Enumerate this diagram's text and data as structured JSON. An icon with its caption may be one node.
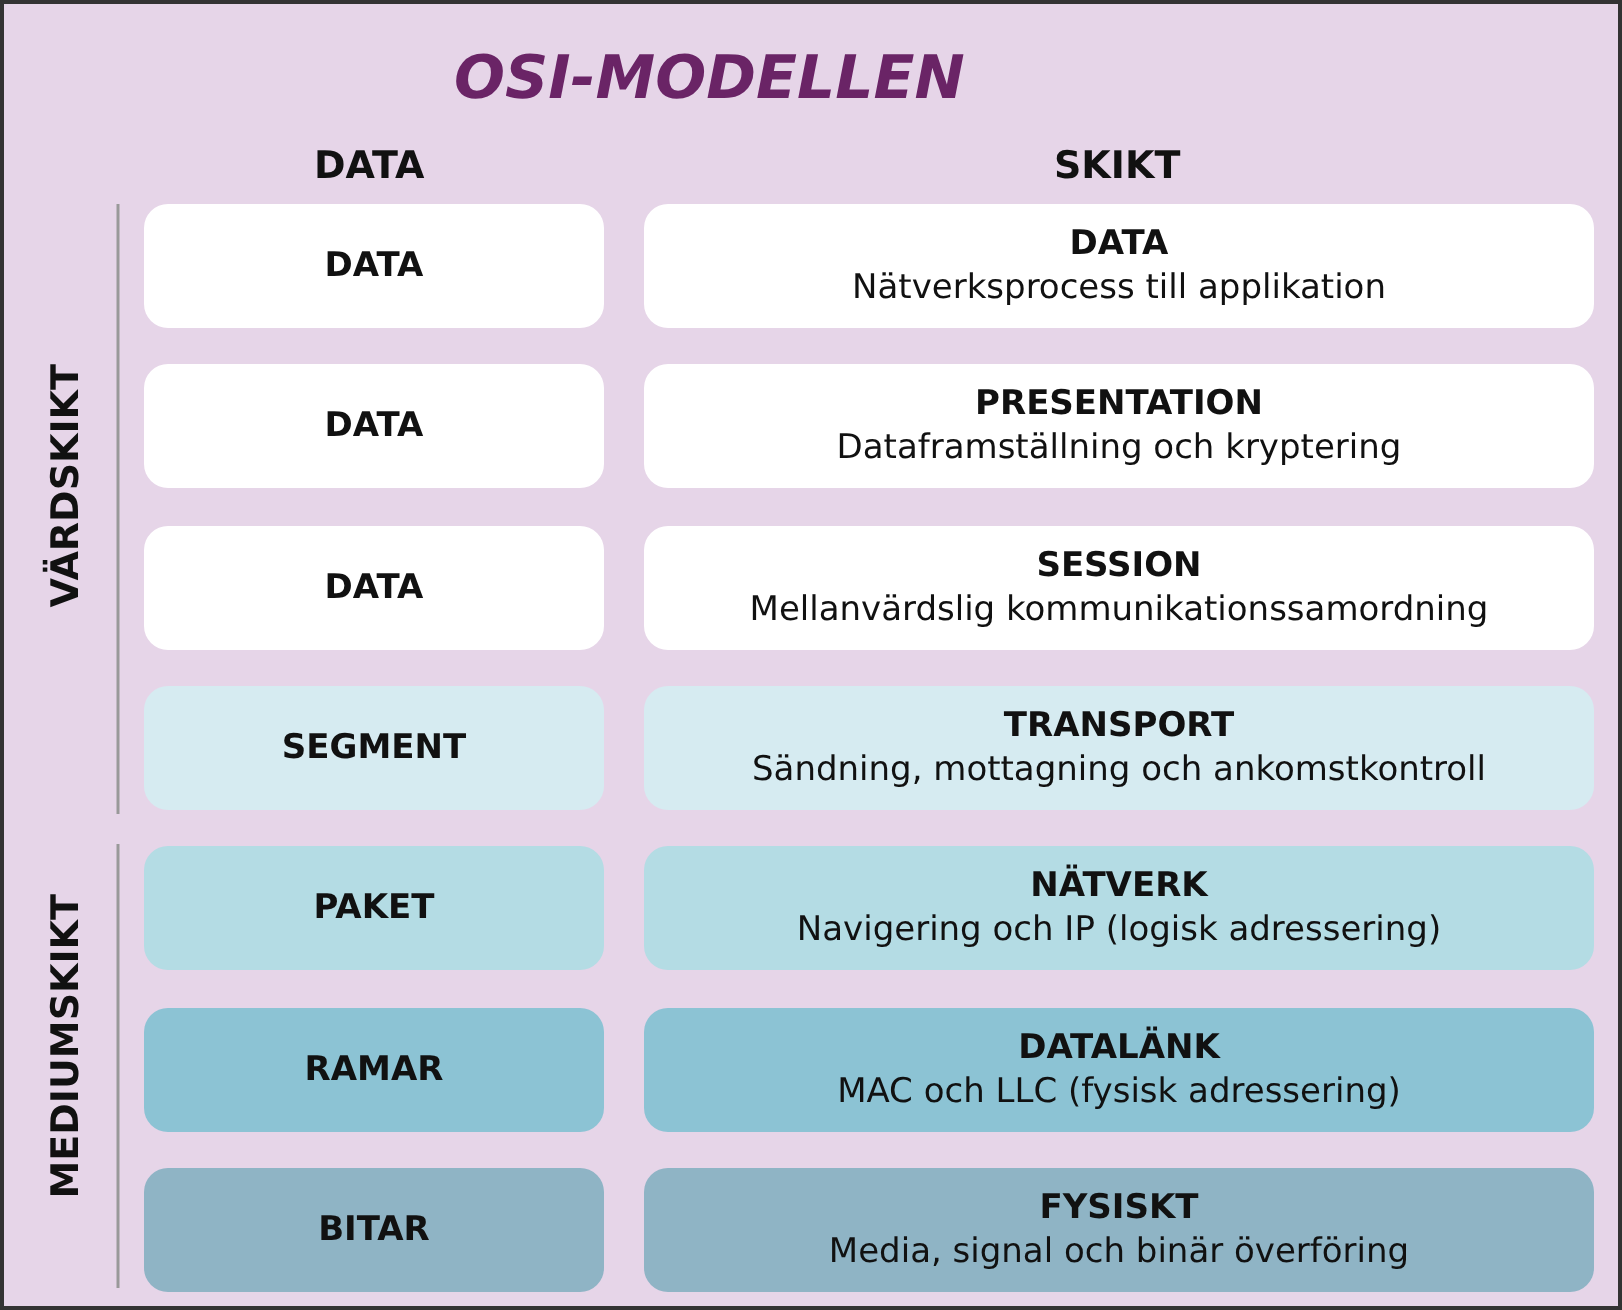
{
  "diagram": {
    "title": "OSI-MODELLEN",
    "nodes": [
      {
        "text": [
          "DATA"
        ]
      },
      {
        "text": [
          "DATA",
          "Nätverksprocess till applikation"
        ]
      },
      {
        "text": [
          "DATA"
        ]
      },
      {
        "text": [
          "PRESENTATION",
          "Dataframställning och kryptering"
        ]
      },
      {
        "text": [
          "DATA"
        ]
      },
      {
        "text": [
          "SESSION",
          "Mellanvärdslig kommunikationssamordning"
        ]
      },
      {
        "text": [
          "SEGMENT"
        ]
      },
      {
        "text": [
          "TRANSPORT",
          "Sändning, mottagning och ankomstkontroll"
        ]
      },
      {
        "text": [
          "PAKET"
        ]
      },
      {
        "text": [
          "NÄTVERK",
          "Navigering och IP (logisk adressering)"
        ]
      },
      {
        "text": [
          "RAMAR"
        ]
      },
      {
        "text": [
          "DATALÄNK",
          "MAC och LLC (fysisk adressering)"
        ]
      },
      {
        "text": [
          "BITAR"
        ]
      },
      {
        "text": [
          "FYSISKT",
          "Media, signal och binär överföring"
        ]
      }
    ],
    "labels": [
      "DATA",
      "SKIKT",
      "VÄRDSKIKT",
      "MEDIUMSKIKT"
    ]
  }
}
